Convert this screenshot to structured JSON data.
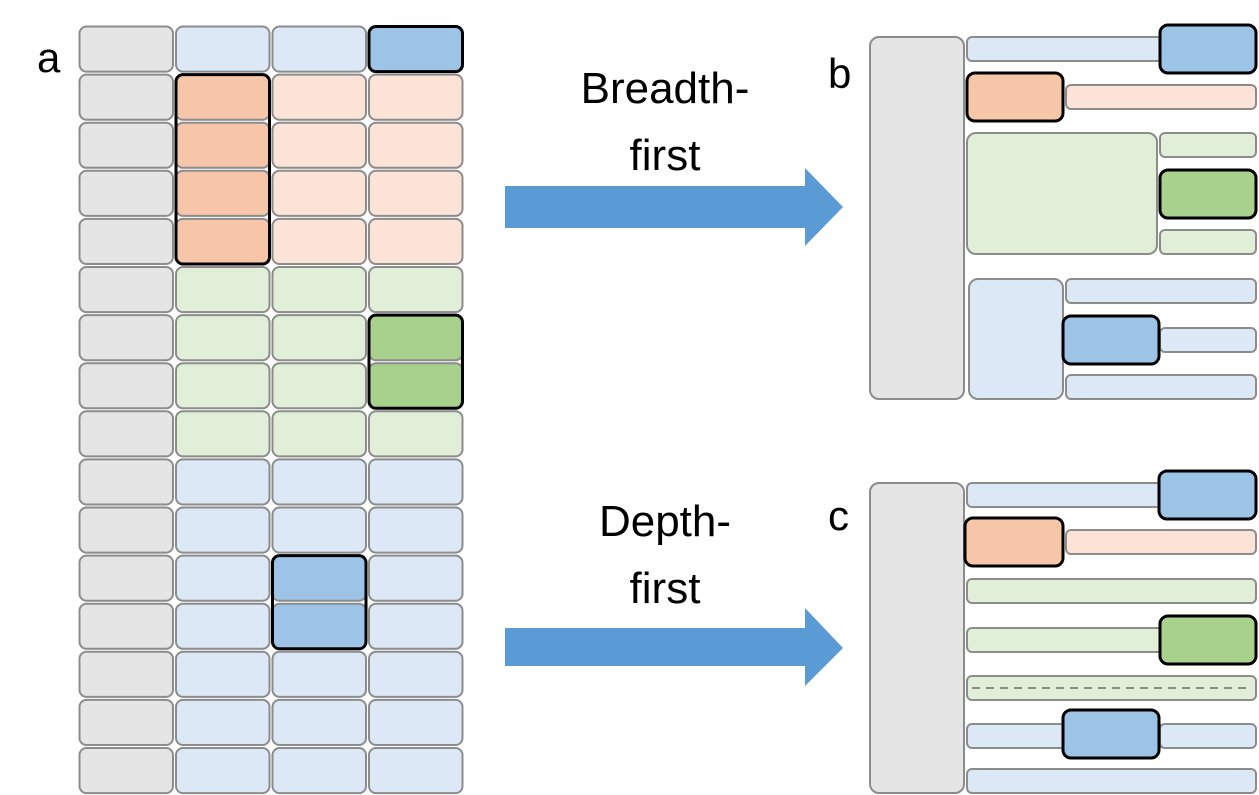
{
  "panels": {
    "a": {
      "label": "a"
    },
    "b": {
      "label": "b"
    },
    "c": {
      "label": "c"
    }
  },
  "arrows": {
    "breadth": {
      "line1": "Breadth-",
      "line2": "first"
    },
    "depth": {
      "line1": "Depth-",
      "line2": "first"
    }
  },
  "grid_a": {
    "rows": 16,
    "cols": 4,
    "row_groups": [
      "blue",
      "orange",
      "orange",
      "orange",
      "orange",
      "green",
      "green",
      "green",
      "green",
      "blue",
      "blue",
      "blue",
      "blue",
      "blue",
      "blue",
      "blue"
    ]
  },
  "colors": {
    "gray": "#e5e5e5",
    "blue_light": "#dce8f5",
    "blue_dark": "#9dc3e6",
    "orange_light": "#fbe4d7",
    "orange_dark": "#f7c6a9",
    "green_light": "#e1efd9",
    "green_dark": "#a8d18d",
    "arrow": "#5b9bd5",
    "cell_stroke": "#8c8c8c",
    "highlight_stroke": "#000000"
  }
}
